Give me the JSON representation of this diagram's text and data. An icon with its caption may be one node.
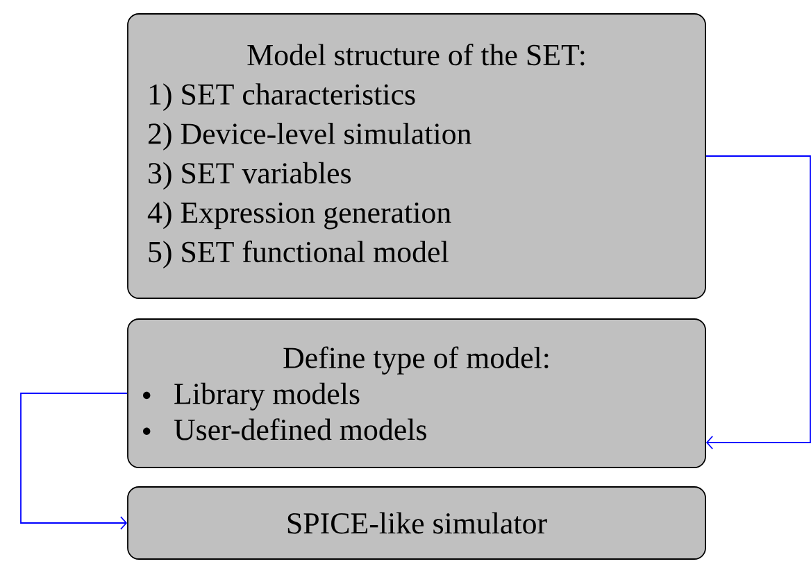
{
  "diagram": {
    "nodes": [
      {
        "text": [
          "Model structure of the SET:",
          "1) SET characteristics",
          "2) Device-level simulation",
          "3) SET variables",
          "4) Expression generation",
          "5) SET functional model"
        ]
      },
      {
        "text": [
          "Define type of model:",
          "Library models",
          "User-defined models"
        ]
      },
      {
        "text": [
          "SPICE-like simulator"
        ]
      }
    ],
    "edges": [
      {
        "from": 0,
        "to": 1,
        "arrow": "to",
        "color": "#0000ff"
      },
      {
        "from": 1,
        "to": 2,
        "arrow": "to",
        "color": "#0000ff"
      }
    ]
  }
}
